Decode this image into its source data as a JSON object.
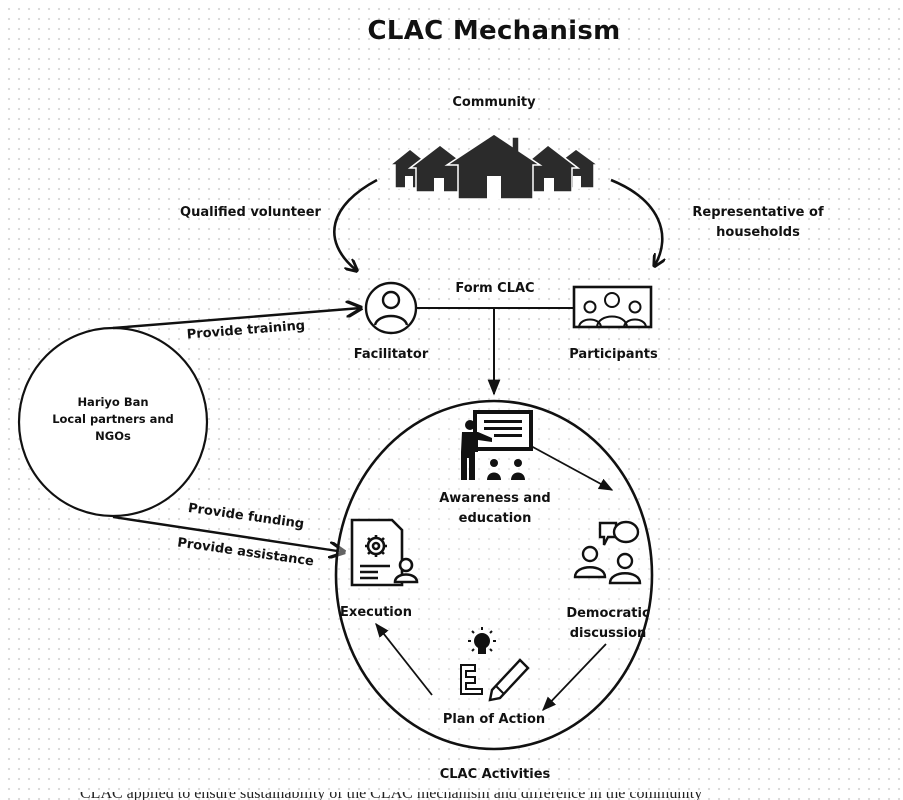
{
  "title": "CLAC Mechanism",
  "nodes": {
    "community": "Community",
    "facilitator": "Facilitator",
    "participants": "Participants",
    "partners_line1": "Hariyo Ban",
    "partners_line2": "Local partners and",
    "partners_line3": "NGOs",
    "awareness_line1": "Awareness and",
    "awareness_line2": "education",
    "democratic_line1": "Democratic",
    "democratic_line2": "discussion",
    "plan": "Plan of Action",
    "execution": "Execution",
    "activities": "CLAC Activities"
  },
  "edges": {
    "qualified_volunteer": "Qualified volunteer",
    "representative_line1": "Representative of",
    "representative_line2": "households",
    "form_clac": "Form CLAC",
    "provide_training": "Provide training",
    "provide_funding": "Provide funding",
    "provide_assistance": "Provide assistance"
  },
  "icons": {
    "community": "houses-icon",
    "facilitator": "user-circle-icon",
    "participants": "group-icon",
    "awareness": "teacher-board-icon",
    "democratic": "discussion-icon",
    "plan": "idea-plan-icon",
    "execution": "document-gear-icon"
  },
  "footer_text": "CLAC applied to ensure sustainability of the CLAC mechanism and difference in the community"
}
